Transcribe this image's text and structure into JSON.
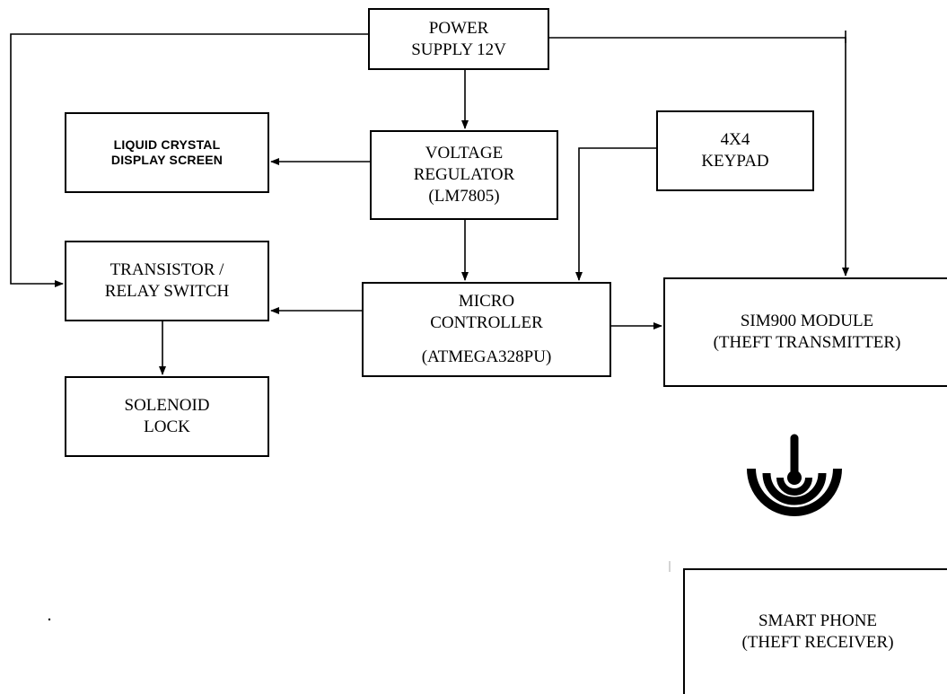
{
  "blocks": {
    "power": [
      "POWER",
      "SUPPLY 12V"
    ],
    "vreg": [
      "VOLTAGE",
      "REGULATOR",
      "(LM7805)"
    ],
    "lcd": [
      "LIQUID CRYSTAL",
      "DISPLAY SCREEN"
    ],
    "keypad": [
      "4X4",
      "KEYPAD"
    ],
    "relay": [
      "TRANSISTOR /",
      "RELAY SWITCH"
    ],
    "mcu": [
      "MICRO",
      "CONTROLLER",
      "(ATMEGA328PU)"
    ],
    "sim": [
      "SIM900 MODULE",
      "(THEFT TRANSMITTER)"
    ],
    "lock": [
      "SOLENOID",
      "LOCK"
    ],
    "phone": [
      "SMART PHONE",
      "(THEFT RECEIVER)"
    ]
  },
  "icons": {
    "wireless": "wireless-signal-icon"
  },
  "colors": {
    "line": "#000000",
    "background": "#ffffff"
  }
}
